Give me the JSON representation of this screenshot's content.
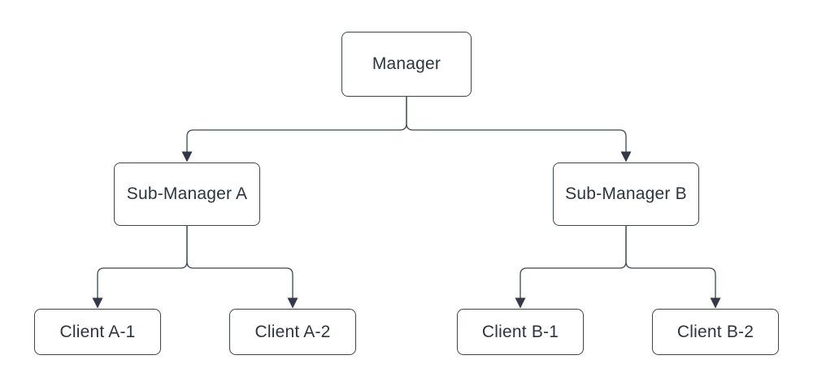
{
  "diagram": {
    "type": "org-chart",
    "colors": {
      "background": "#ffffff",
      "node_fill": "#ffffff",
      "node_border": "#3e4552",
      "connector": "#3e4552",
      "arrowhead": "#333946",
      "text": "#2e343f"
    },
    "nodes": {
      "manager": {
        "label": "Manager"
      },
      "sub_a": {
        "label": "Sub-Manager A"
      },
      "sub_b": {
        "label": "Sub-Manager B"
      },
      "client_a1": {
        "label": "Client A-1"
      },
      "client_a2": {
        "label": "Client A-2"
      },
      "client_b1": {
        "label": "Client B-1"
      },
      "client_b2": {
        "label": "Client B-2"
      }
    },
    "edges": [
      {
        "from": "Manager",
        "to": "Sub-Manager A"
      },
      {
        "from": "Manager",
        "to": "Sub-Manager B"
      },
      {
        "from": "Sub-Manager A",
        "to": "Client A-1"
      },
      {
        "from": "Sub-Manager A",
        "to": "Client A-2"
      },
      {
        "from": "Sub-Manager B",
        "to": "Client B-1"
      },
      {
        "from": "Sub-Manager B",
        "to": "Client B-2"
      }
    ]
  }
}
